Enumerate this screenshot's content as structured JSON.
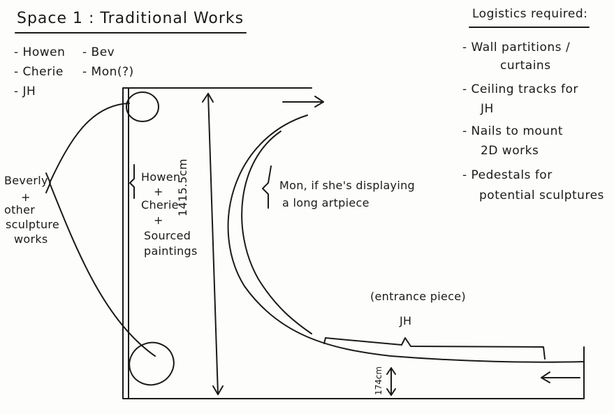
{
  "title": "Space 1 : Traditional Works",
  "artists": [
    "- Howen",
    "- Bev",
    "- Cherie",
    "- Mon(?)",
    "- JH"
  ],
  "logistics": {
    "heading": "Logistics required:",
    "items": [
      [
        "- Wall partitions /",
        "curtains"
      ],
      [
        "- Ceiling tracks for",
        "JH"
      ],
      [
        "- Nails to mount",
        "2D works"
      ],
      [
        "- Pedestals for",
        "potential sculptures"
      ]
    ]
  },
  "labels": {
    "beverly": [
      "Beverly",
      "+",
      "other",
      "sculpture",
      "works"
    ],
    "howen": [
      "Howen",
      "+",
      "Cherie",
      "+",
      "Sourced",
      "paintings"
    ],
    "length": "1415.5cm",
    "mon": [
      "Mon, if she's displaying",
      "a long artpiece"
    ],
    "entrance": [
      "(entrance piece)",
      "JH"
    ],
    "width": "174cm"
  }
}
